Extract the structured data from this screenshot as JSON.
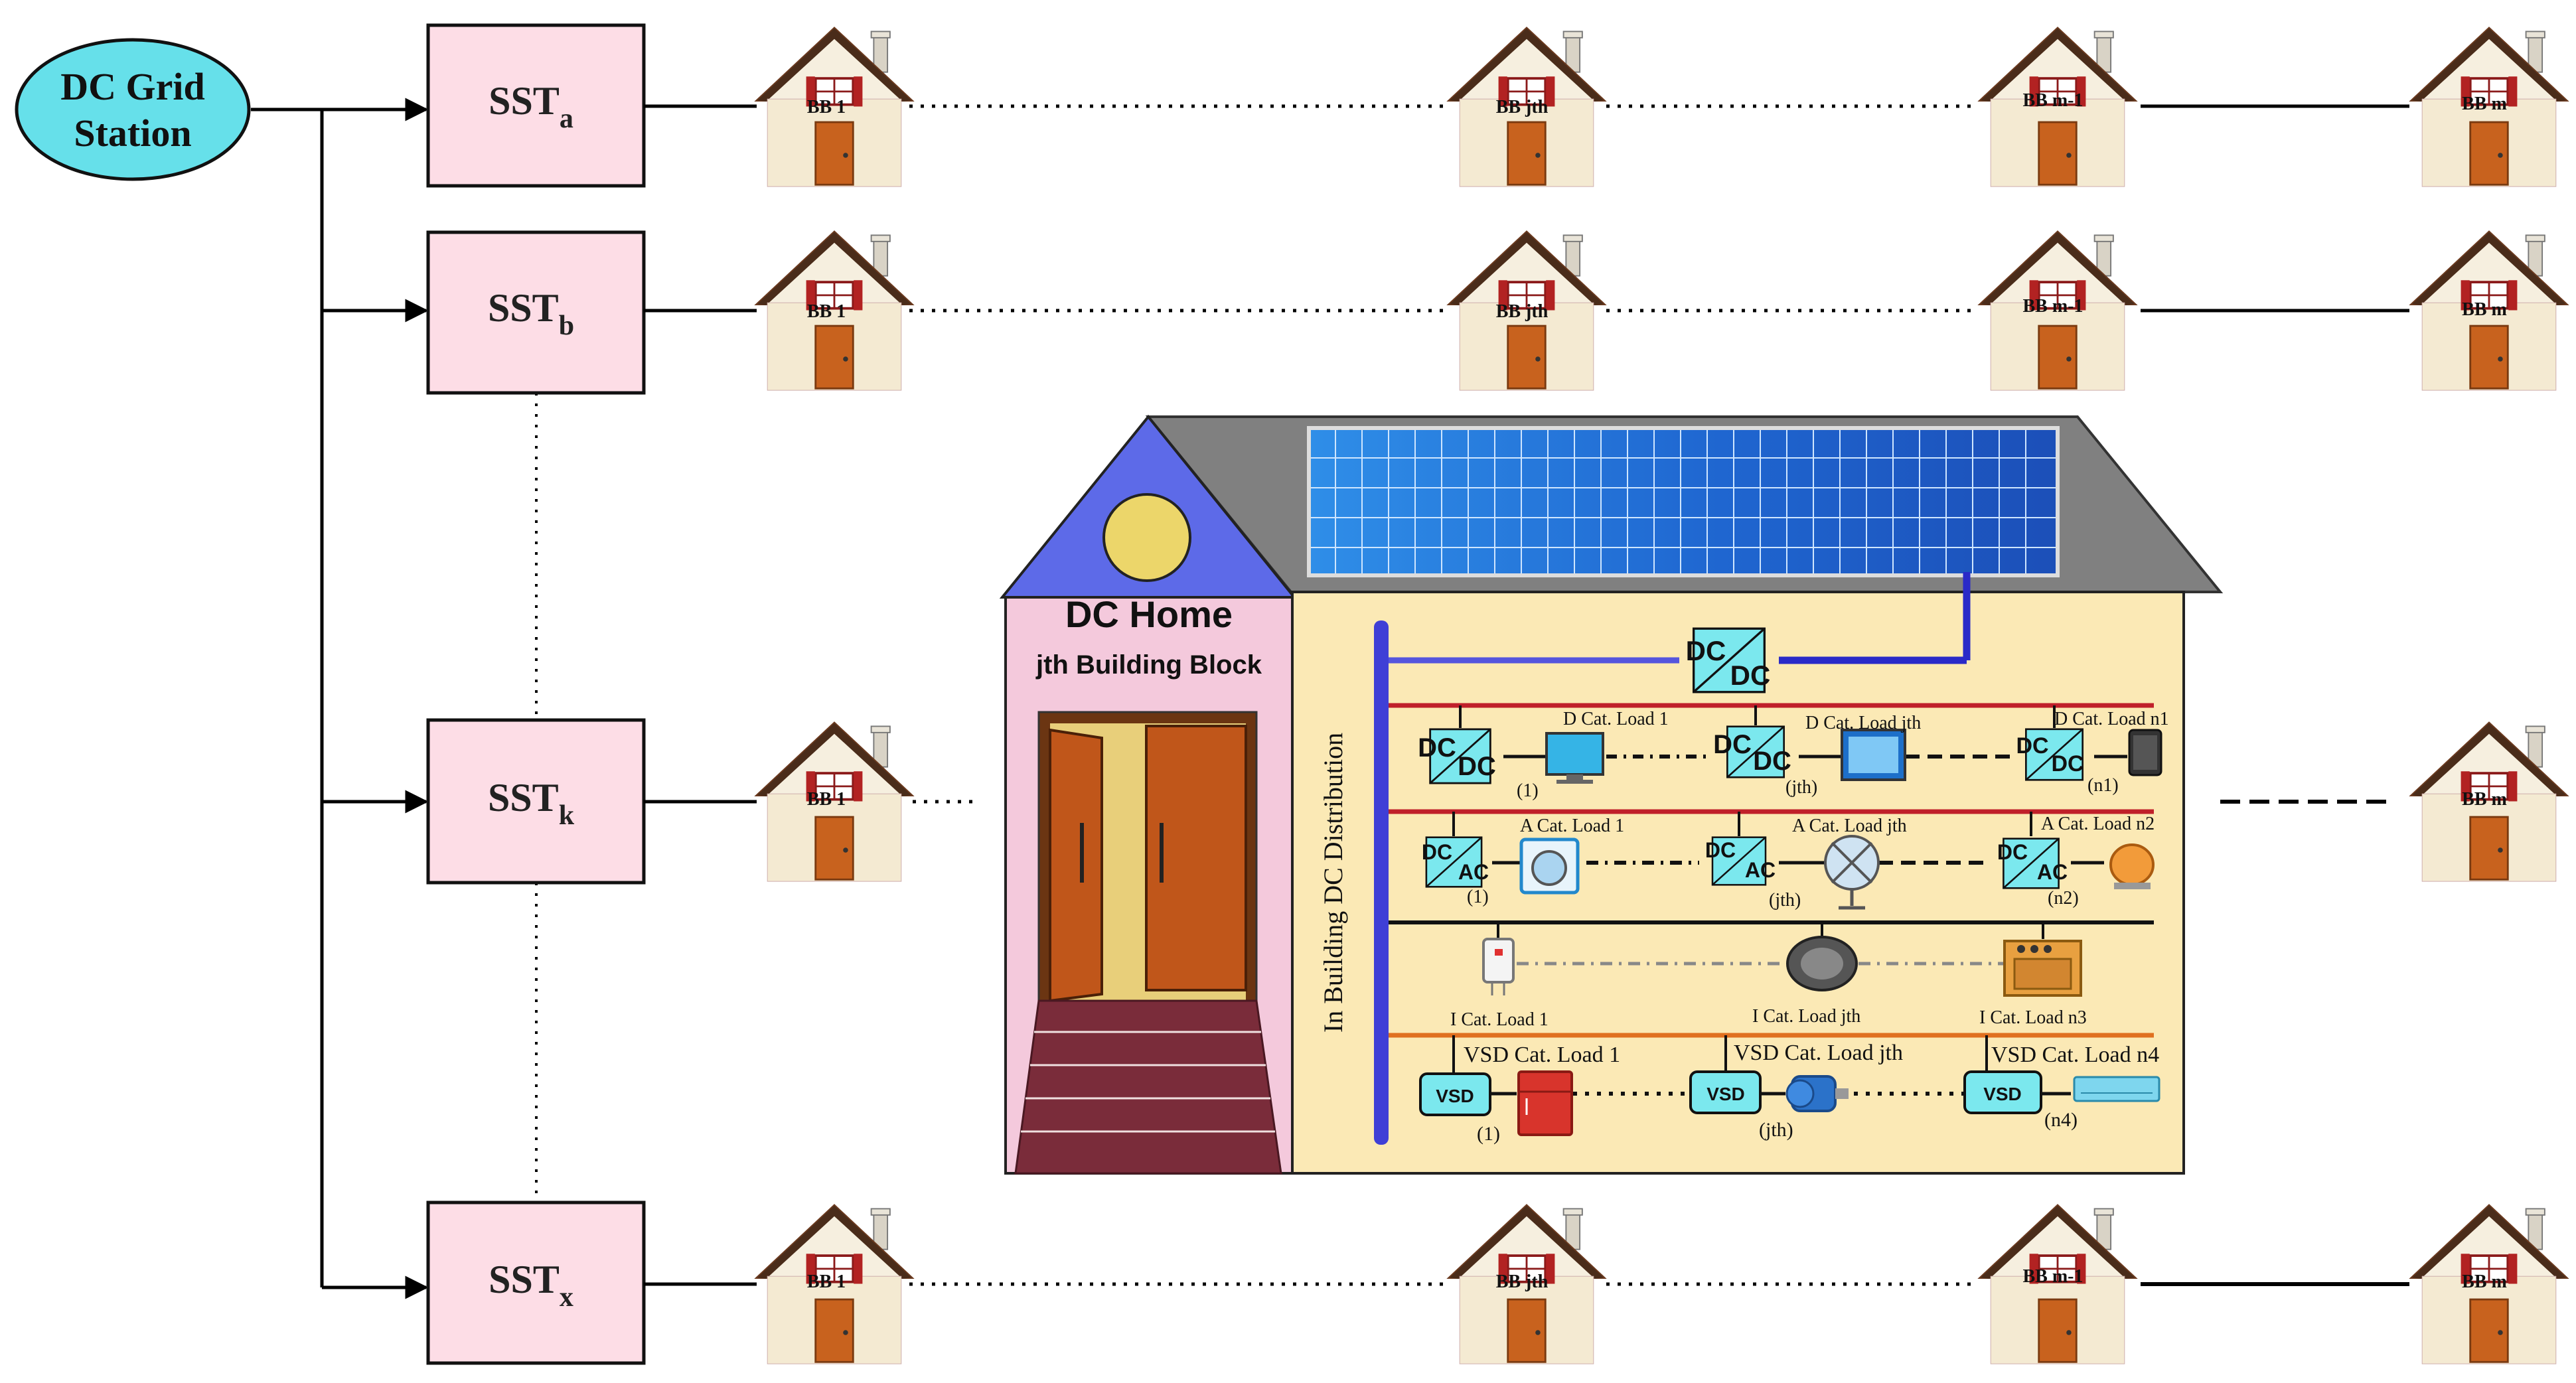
{
  "grid_station": {
    "line1": "DC Grid",
    "line2": "Station"
  },
  "sst": [
    {
      "base": "SST",
      "sub": "a"
    },
    {
      "base": "SST",
      "sub": "b"
    },
    {
      "base": "SST",
      "sub": "k"
    },
    {
      "base": "SST",
      "sub": "x"
    }
  ],
  "building_labels": {
    "first": "BB 1",
    "jth": "BB jth",
    "m_minus_1": "BB m-1",
    "m": "BB m"
  },
  "home": {
    "title": "DC Home",
    "subtitle": "jth Building Block",
    "distribution_label": "In Building DC Distribution",
    "main_converter": {
      "top": "DC",
      "bottom": "DC"
    }
  },
  "d_row": {
    "conv_top": "DC",
    "conv_bottom": "DC",
    "loads": [
      "D Cat. Load 1",
      "D Cat. Load jth",
      "D Cat. Load n1"
    ],
    "indices": [
      "(1)",
      "(jth)",
      "(n1)"
    ]
  },
  "a_row": {
    "conv_top": "DC",
    "conv_bottom": "AC",
    "loads": [
      "A Cat. Load 1",
      "A Cat. Load jth",
      "A Cat. Load n2"
    ],
    "indices": [
      "(1)",
      "(jth)",
      "(n2)"
    ]
  },
  "i_row": {
    "loads": [
      "I Cat. Load 1",
      "I Cat. Load jth",
      "I Cat. Load n3"
    ]
  },
  "vsd_row": {
    "conv": "VSD",
    "loads": [
      "VSD Cat. Load 1",
      "VSD Cat. Load jth",
      "VSD Cat. Load n4"
    ],
    "indices": [
      "(1)",
      "(jth)",
      "(n4)"
    ]
  },
  "colors": {
    "sst_fill": "#fddde6",
    "station_fill": "#66e0ea",
    "house_wall": "#fbe9b5",
    "roof_gray": "#808080",
    "gable_blue": "#5d6ae8",
    "bus_blue": "#3f3fd6",
    "line_red": "#c0202a",
    "line_orange": "#e07020",
    "converter_fill": "#7be8ee"
  }
}
